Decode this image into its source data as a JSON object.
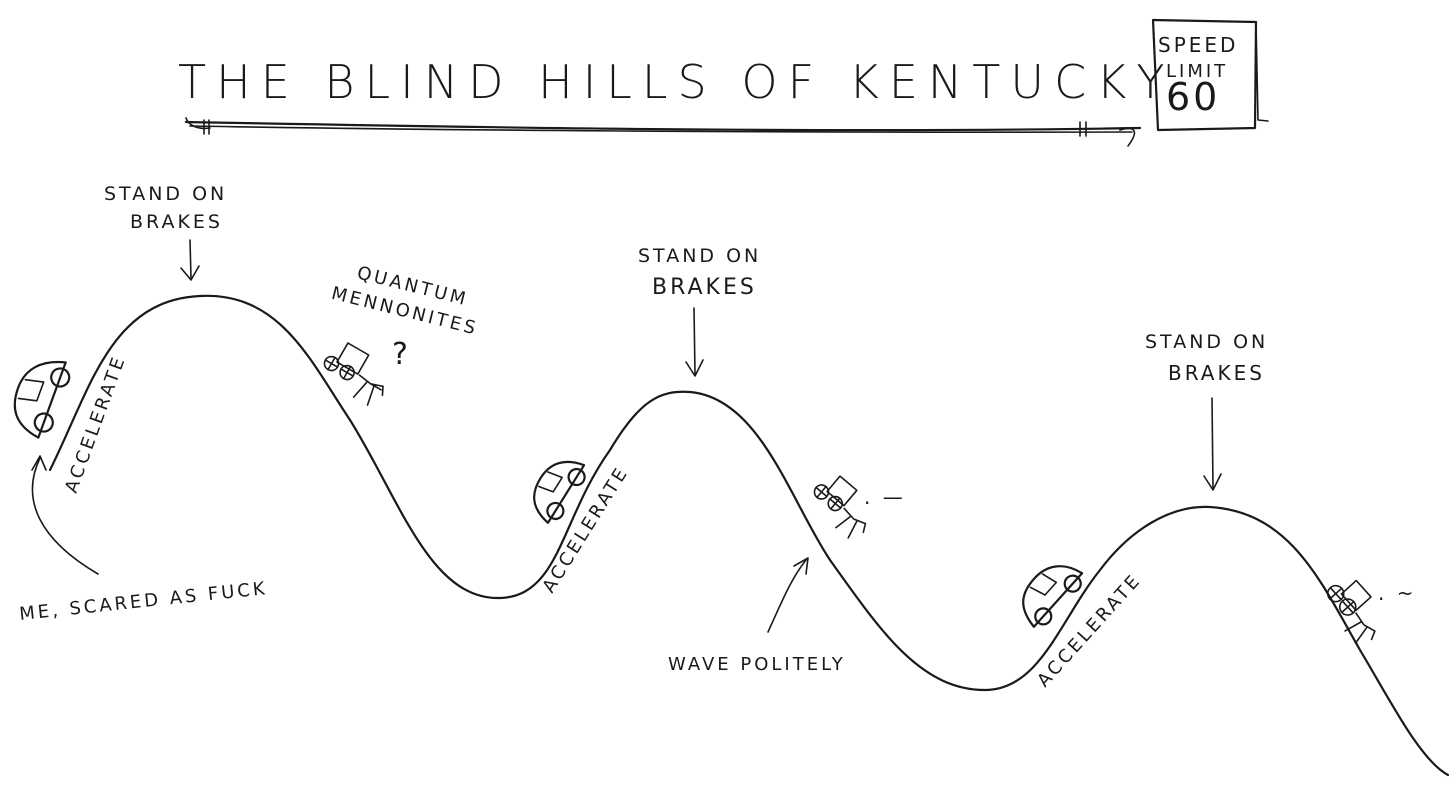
{
  "title": "THE BLIND HILLS OF KENTUCKY",
  "sign": {
    "line1": "SPEED",
    "line2": "LIMIT",
    "value": "60"
  },
  "labels": {
    "brakes1_l1": "STAND ON",
    "brakes1_l2": "BRAKES",
    "brakes2_l1": "STAND ON",
    "brakes2_l2": "BRAKES",
    "brakes3_l1": "STAND ON",
    "brakes3_l2": "BRAKES",
    "mennonites_l1": "QUANTUM",
    "mennonites_l2": "MENNONITES",
    "accelerate1": "ACCELERATE",
    "accelerate2": "ACCELERATE",
    "accelerate3": "ACCELERATE",
    "me": "ME, SCARED AS FUCK",
    "wave": "WAVE POLITELY",
    "question": "?",
    "ellipsis2": ". —",
    "ellipsis3": ". ~"
  },
  "icons": [
    "car-icon",
    "horse-buggy-icon",
    "arrow-down-icon",
    "speed-limit-sign"
  ]
}
